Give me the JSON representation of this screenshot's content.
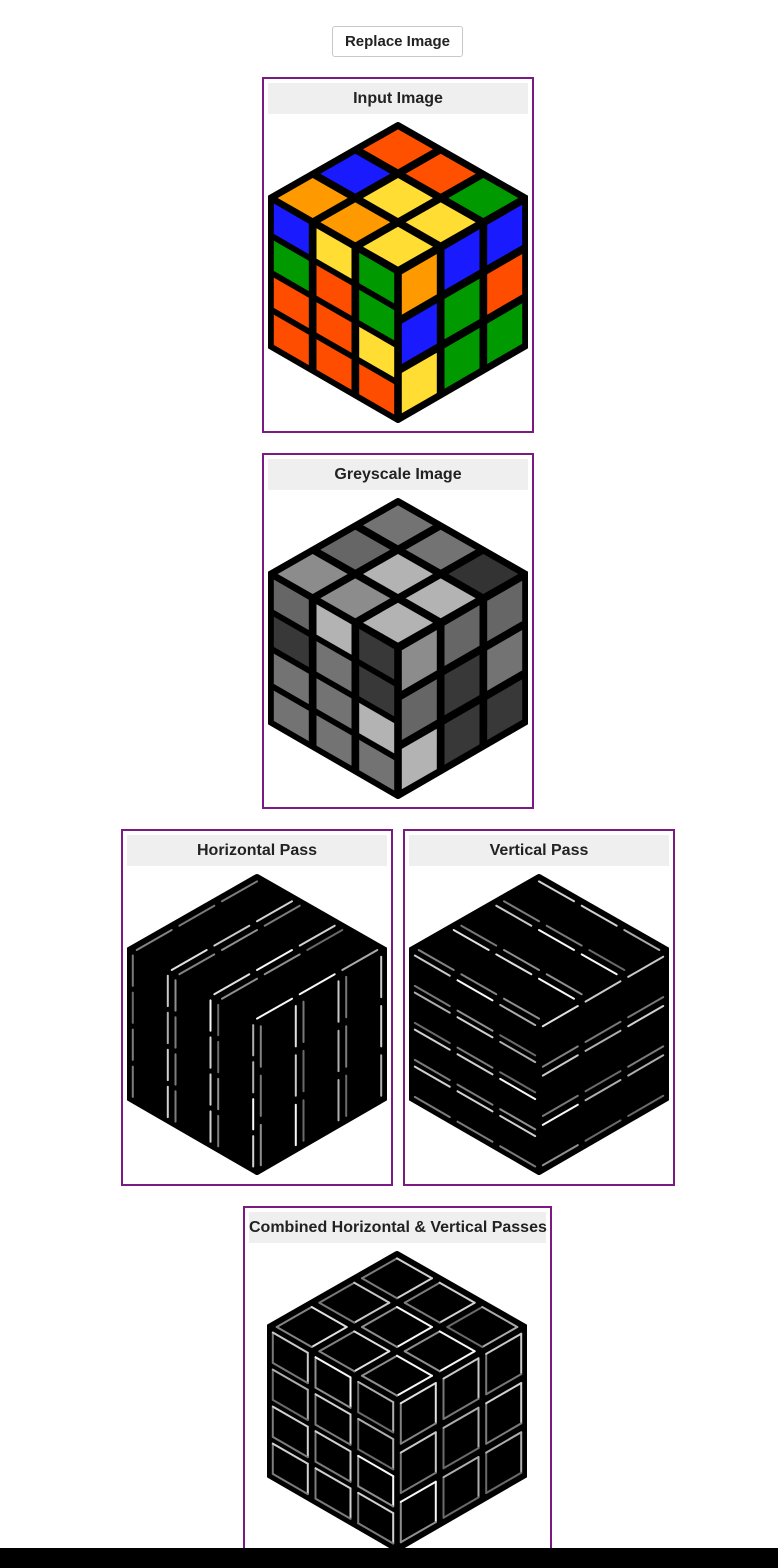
{
  "toolbar": {
    "replace_label": "Replace Image"
  },
  "panels": {
    "input": "Input Image",
    "greyscale": "Greyscale Image",
    "horizontal": "Horizontal Pass",
    "vertical": "Vertical Pass",
    "combined": "Combined Horizontal & Vertical Passes"
  },
  "cube": {
    "colors": {
      "O": "#ff5000",
      "R": "#ff4d00",
      "B": "#1a1aff",
      "G": "#009900",
      "Y": "#ffdd33",
      "A": "#ff9900",
      "K": "#000000",
      "W": "#ffffff"
    },
    "top": [
      [
        "O",
        "O",
        "G"
      ],
      [
        "B",
        "Y",
        "Y"
      ],
      [
        "A",
        "A",
        "Y"
      ]
    ],
    "left": [
      [
        "B",
        "Y",
        "G"
      ],
      [
        "G",
        "R",
        "G"
      ],
      [
        "R",
        "R",
        "Y"
      ],
      [
        "R",
        "R",
        "R"
      ]
    ],
    "right": [
      [
        "A",
        "B",
        "B"
      ],
      [
        "B",
        "G",
        "R"
      ],
      [
        "Y",
        "G",
        "G"
      ]
    ],
    "grey_levels": {
      "top": [
        [
          0.45,
          0.45,
          0.2
        ],
        [
          0.4,
          0.7,
          0.7
        ],
        [
          0.55,
          0.55,
          0.7
        ]
      ],
      "left": [
        [
          0.4,
          0.7,
          0.22
        ],
        [
          0.22,
          0.45,
          0.22
        ],
        [
          0.45,
          0.45,
          0.7
        ],
        [
          0.45,
          0.45,
          0.45
        ]
      ],
      "right": [
        [
          0.55,
          0.4,
          0.4
        ],
        [
          0.4,
          0.22,
          0.45
        ],
        [
          0.7,
          0.22,
          0.22
        ]
      ]
    }
  }
}
